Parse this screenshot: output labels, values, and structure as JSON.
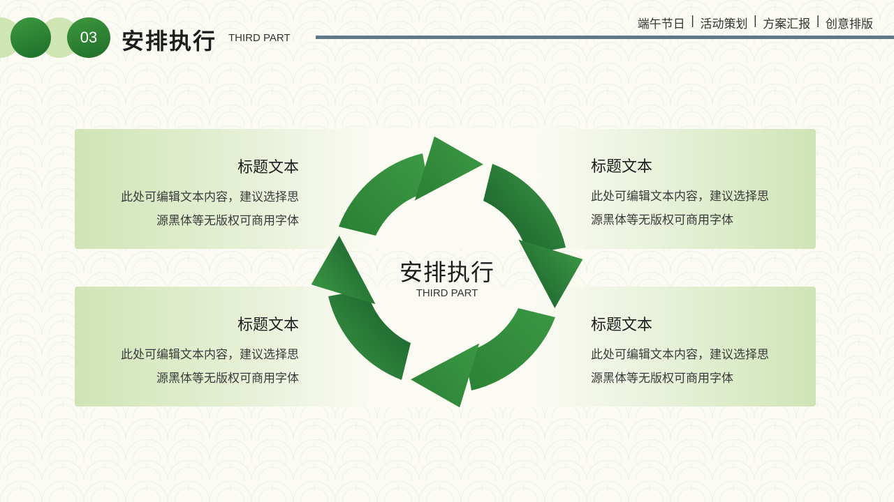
{
  "header": {
    "part_number": "03",
    "title": "安排执行",
    "subtitle": "THIRD PART",
    "nav": [
      "端午节日",
      "活动策划",
      "方案汇报",
      "创意排版"
    ],
    "separator": "|"
  },
  "center": {
    "title": "安排执行",
    "subtitle": "THIRD PART"
  },
  "cards": [
    {
      "title": "标题文本",
      "line1": "此处可编辑文本内容，建议选择思",
      "line2": "源黑体等无版权可商用字体"
    },
    {
      "title": "标题文本",
      "line1": "此处可编辑文本内容，建议选择思",
      "line2": "源黑体等无版权可商用字体"
    },
    {
      "title": "标题文本",
      "line1": "此处可编辑文本内容，建议选择思",
      "line2": "源黑体等无版权可商用字体"
    },
    {
      "title": "标题文本",
      "line1": "此处可编辑文本内容，建议选择思",
      "line2": "源黑体等无版权可商用字体"
    }
  ],
  "colors": {
    "primary_green": "#2e8b3a",
    "dark_green": "#1a5e24",
    "light_green": "#cfe4b6",
    "background": "#fbfbf4",
    "rule": "#5f7a86"
  },
  "icons": [
    "cycle-arrow-icon"
  ]
}
